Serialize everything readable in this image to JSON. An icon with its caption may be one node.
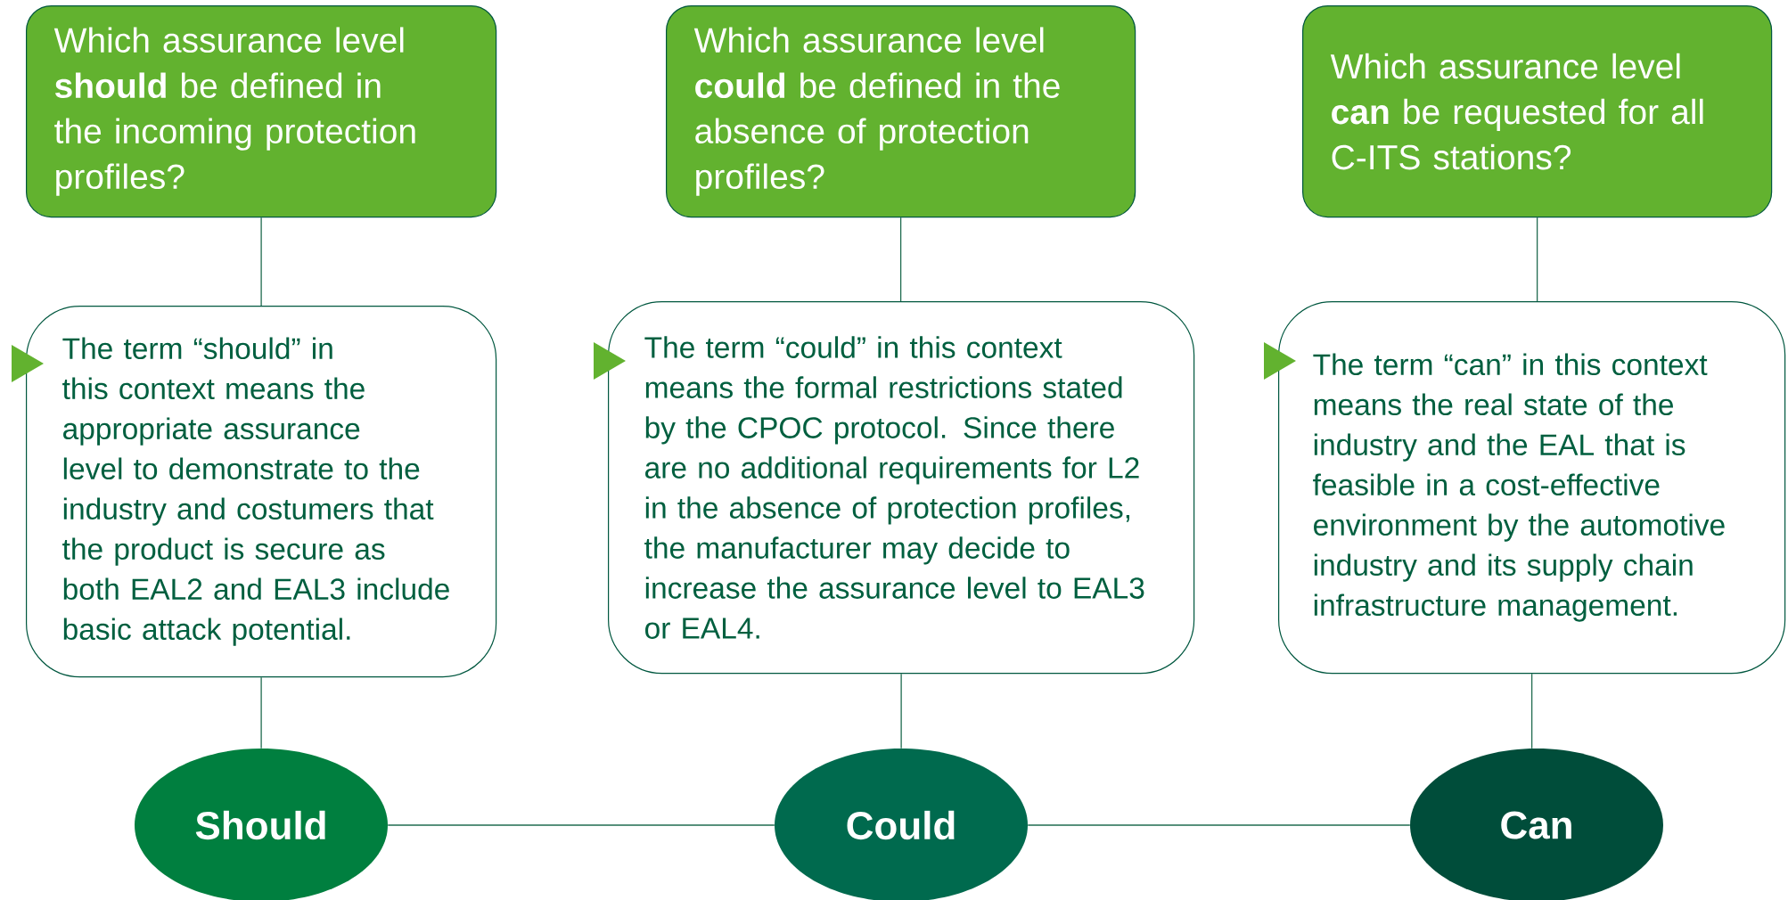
{
  "diagram": {
    "nodes": [
      {
        "text": [
          "Which assurance level **should** be defined in the incoming protection profiles?"
        ]
      },
      {
        "text": [
          "Which assurance level **could** be defined in the absence of protection profiles?"
        ]
      },
      {
        "text": [
          "Which assurance level **can** be requested for all C-ITS stations?"
        ]
      },
      {
        "text": [
          "The term “should” in this context means the appropriate assurance level to demonstrate to the industry and costumers that the product is secure as both EAL2 and EAL3 include basic attack potential."
        ]
      },
      {
        "text": [
          "The term “could” in this context means the formal restrictions stated by the CPOC protocol. Since there are no additional requirements for L2 in the absence of protection profiles, the manufacturer may decide to increase the assurance level to EAL3 or EAL4."
        ]
      },
      {
        "text": [
          "The term “can” in this context means the real state of the industry and the EAL that is feasible in a cost-effective environment by the automotive industry and its supply chain infrastructure management."
        ]
      },
      {
        "text": [
          "Should"
        ]
      },
      {
        "text": [
          "Could"
        ]
      },
      {
        "text": [
          "Can"
        ]
      }
    ],
    "edges": [
      {
        "from": 0,
        "to": 3,
        "arrow": "none"
      },
      {
        "from": 3,
        "to": 6,
        "arrow": "none"
      },
      {
        "from": 1,
        "to": 4,
        "arrow": "none"
      },
      {
        "from": 4,
        "to": 7,
        "arrow": "none"
      },
      {
        "from": 2,
        "to": 5,
        "arrow": "none"
      },
      {
        "from": 5,
        "to": 8,
        "arrow": "none"
      },
      {
        "from": 6,
        "to": 7,
        "arrow": "none"
      },
      {
        "from": 7,
        "to": 8,
        "arrow": "none"
      }
    ]
  }
}
